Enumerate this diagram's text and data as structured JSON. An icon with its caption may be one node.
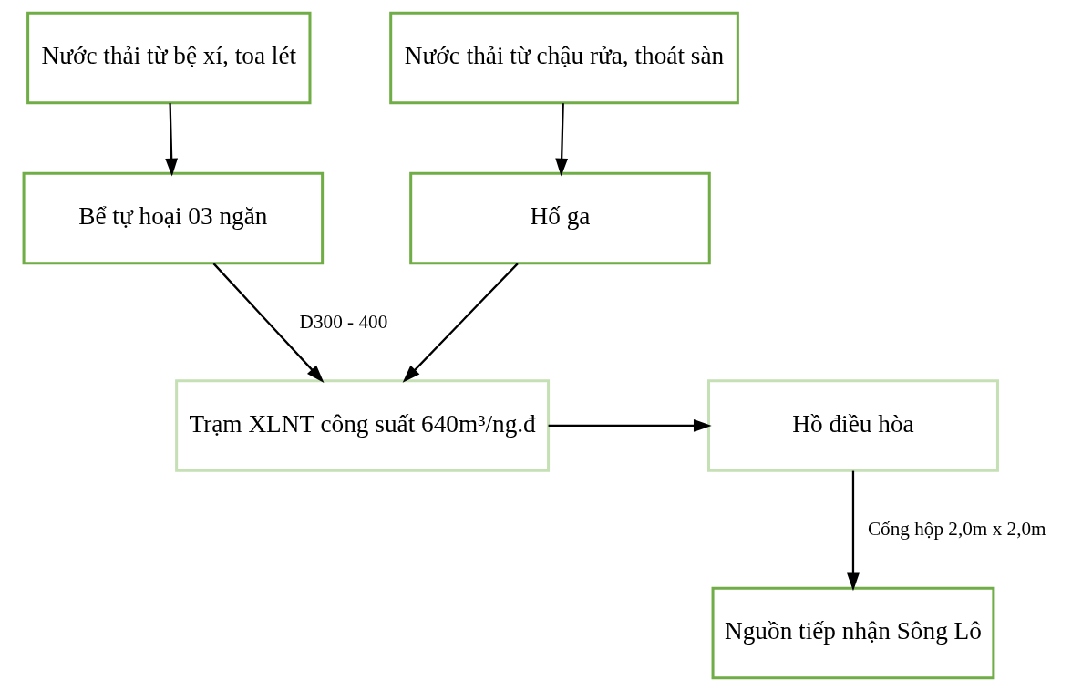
{
  "diagram": {
    "nodes": [
      {
        "text": [
          "Nước thải từ bệ xí, toa lét"
        ]
      },
      {
        "text": [
          "Nước thải từ chậu rửa, thoát sàn"
        ]
      },
      {
        "text": [
          "Bể tự hoại 03 ngăn"
        ]
      },
      {
        "text": [
          "Hố ga"
        ]
      },
      {
        "text": [
          "Trạm XLNT công suất 640m³/ng.đ"
        ]
      },
      {
        "text": [
          "Hồ điều hòa"
        ]
      },
      {
        "text": [
          "Nguồn tiếp nhận Sông Lô"
        ]
      }
    ],
    "edges": [
      {
        "from": 0,
        "to": 2,
        "arrow": "to"
      },
      {
        "from": 1,
        "to": 3,
        "arrow": "to"
      },
      {
        "from": 2,
        "to": 4,
        "arrow": "to",
        "label": "D300 - 400"
      },
      {
        "from": 3,
        "to": 4,
        "arrow": "to"
      },
      {
        "from": 4,
        "to": 5,
        "arrow": "to"
      },
      {
        "from": 5,
        "to": 6,
        "arrow": "to",
        "label": "Cống hộp 2,0m x 2,0m"
      }
    ]
  }
}
